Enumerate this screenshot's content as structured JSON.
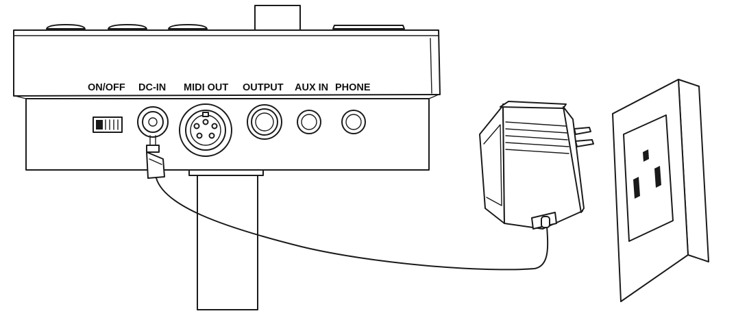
{
  "ports": {
    "on_off": "ON/OFF",
    "dc_in": "DC-IN",
    "midi_out": "MIDI OUT",
    "output": "OUTPUT",
    "aux_in": "AUX IN",
    "phone": "PHONE"
  },
  "colors": {
    "line": "#1a1a1a",
    "background": "#ffffff"
  }
}
